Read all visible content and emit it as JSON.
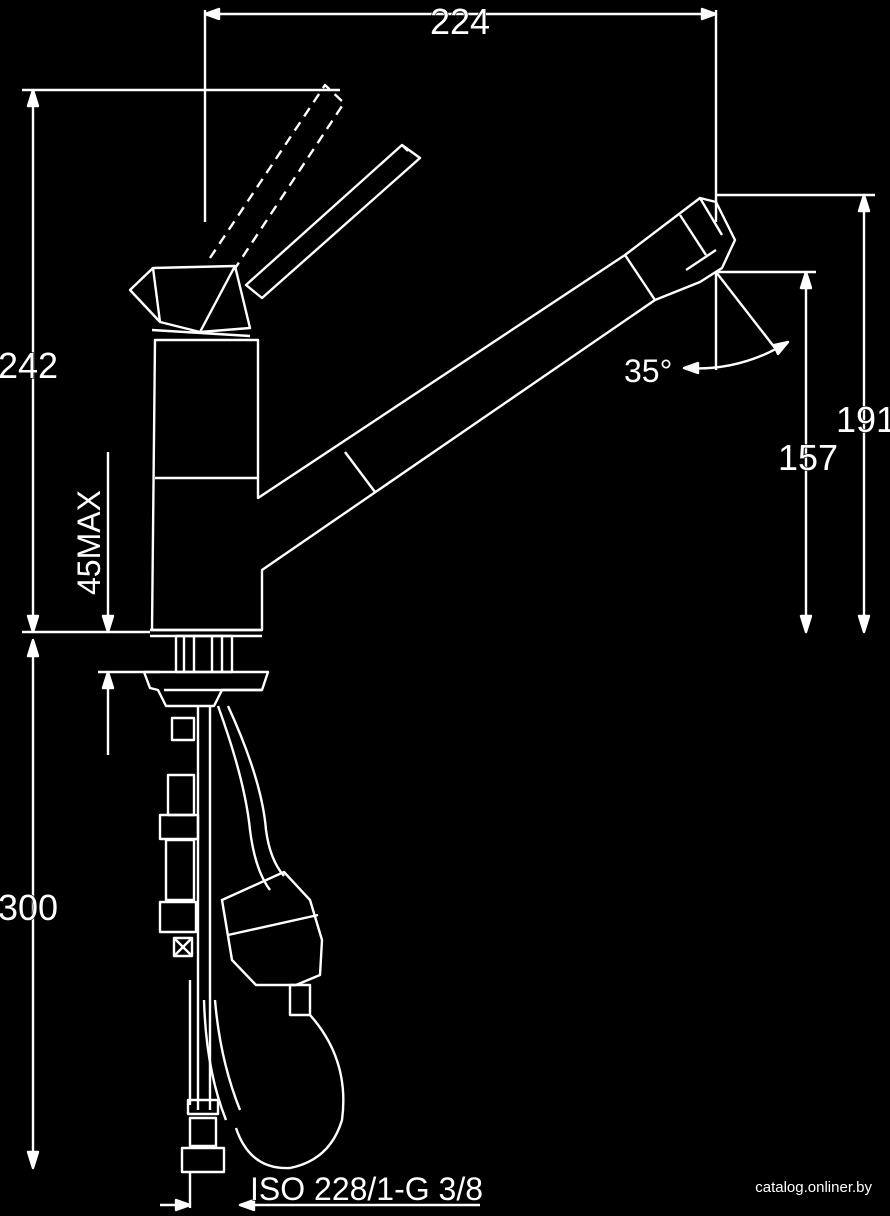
{
  "drawing": {
    "dim_width": "224",
    "dim_height_total": "242",
    "dim_spout_high": "191",
    "dim_spout_low": "157",
    "dim_angle": "35°",
    "dim_max_thickness": "45MAX",
    "dim_hose": "300",
    "connection": "ISO 228/1-G 3/8"
  },
  "watermark": "catalog.onliner.by"
}
